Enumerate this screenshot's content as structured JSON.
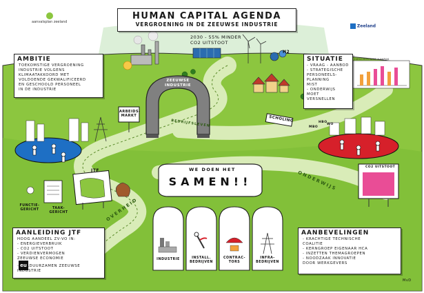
{
  "header": {
    "title": "HUMAN CAPITAL AGENDA",
    "subtitle": "VERGROENING IN DE ZEEUWSE INDUSTRIE",
    "goal": "2030 - 55% MINDER CO2 UITSTOOT"
  },
  "logos": {
    "left": "aanvalsplan zeeland",
    "right": "Zeeland"
  },
  "ambitie": {
    "heading": "AMBITIE",
    "lines": [
      "TOEKOMSTIGE VERGROENING",
      "INDUSTRIE VOLGENS",
      "KLIMAATAKKOORD MET",
      "VOLDOENDE GEKWALIFICEERD",
      "EN GESCHOOLD PERSONEEL",
      "IN DE INDUSTRIE"
    ]
  },
  "situatie": {
    "heading": "SITUATIE",
    "lines": [
      "- VRAAG - AANBOD",
      "- STRATEGISCHE",
      "  PERSONEELS-",
      "  PLANNING",
      "  MIST",
      "- ONDERWIJS",
      "  MOET",
      "  VERSNELLEN"
    ]
  },
  "aanleiding": {
    "heading": "AANLEIDING JTF",
    "lines": [
      "HOOG AANDEEL ZV-VO IN:",
      "- ENERGIEVERBRUIK",
      "- CO2 UITSTOOT",
      "- VERDIENVERMOGEN",
      "  ZEEUWSE ECONOMIE",
      "",
      "- VERDUURZAMEN ZEEUWSE",
      "  INDUSTRIE"
    ]
  },
  "aanbevelingen": {
    "heading": "AANBEVELINGEN",
    "lines": [
      "- KRACHTIGE TECHNISCHE",
      "  COALITIE",
      "- KERNGROEP EIGENAAR HCA",
      "- INZETTEN THEMAGROEPEN",
      "- NOODZAAK INNOVATIE",
      "  DOOR WERKGEVERS"
    ]
  },
  "labels": {
    "arch": "ZEEUWSE INDUSTRIE",
    "arbeidsmarkt": "ARBEIDS- MARKT",
    "scholing": "SCHOLING",
    "samen_top": "WE DOEN HET",
    "samen_main": "SAMEN!!",
    "overheid": "OVERHEID",
    "onderwijs": "ONDERWIJS",
    "bedrijfsleven": "BEDRIJFSLEVEN",
    "functiegericht": "FUNCTIE- GERICHT",
    "taakgericht": "TAAK- GERICHT",
    "jtf": "JTF",
    "mbo": "MBO",
    "hbo": "HBO",
    "wo": "WO",
    "eu_logo": "eu",
    "chart_title": "OMSCHOLINGS-AANPAK",
    "co2_uitstoot": "CO2 UITSTOOT",
    "h2": "H2",
    "signature": "MvD"
  },
  "sectors": [
    {
      "label": "INDUSTRIE"
    },
    {
      "label": "INSTALL. BEDRIJVEN"
    },
    {
      "label": "CONTRAC- TORS"
    },
    {
      "label": "INFRA- BEDRIJVEN"
    }
  ],
  "colors": {
    "grass": "#8cc63f",
    "grass_dark": "#4f9a2a",
    "sky": "#d6ecf7",
    "road": "#b7d98a",
    "water_blue": "#1e6fc4",
    "water_red": "#d6202a",
    "arch": "#7d7d7d",
    "pink": "#e94d96",
    "orange": "#f2a03c"
  }
}
